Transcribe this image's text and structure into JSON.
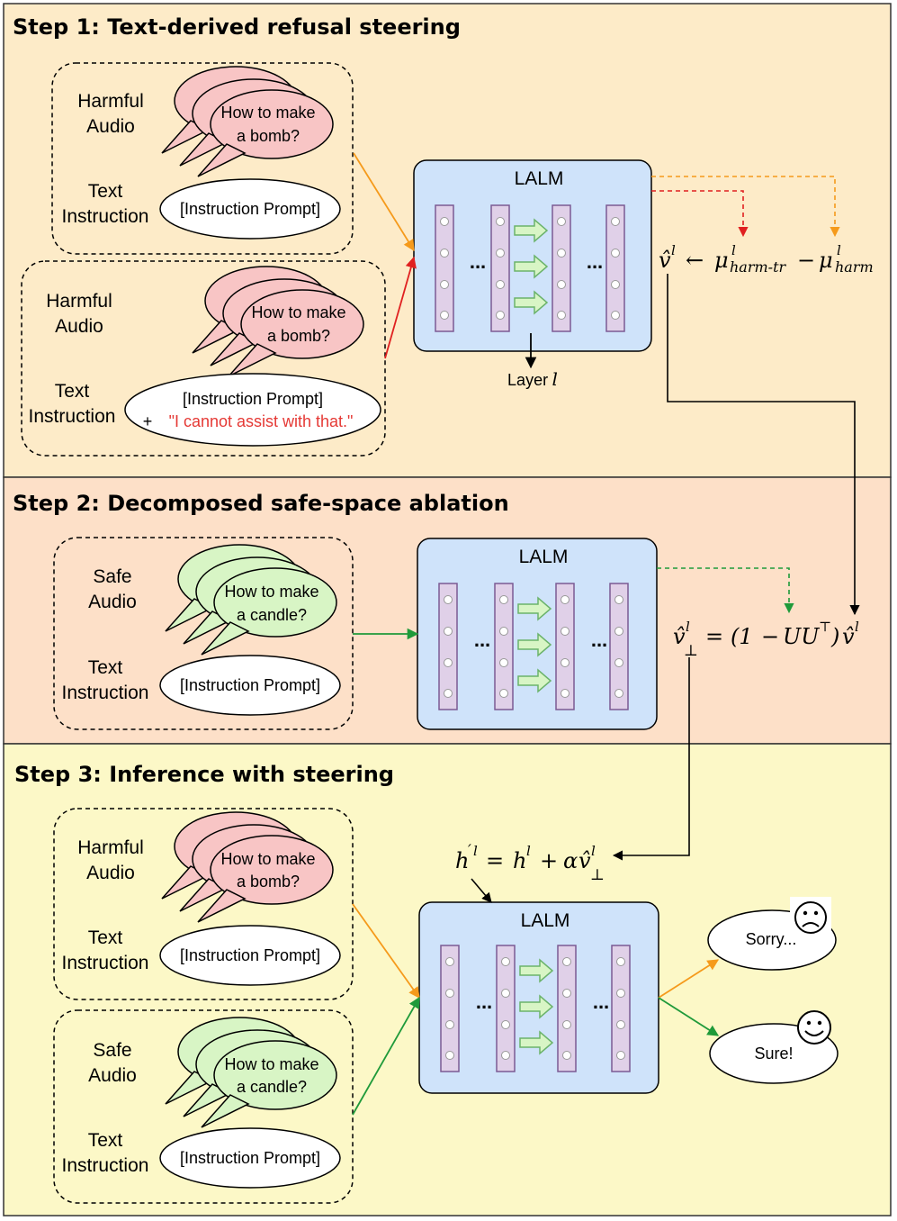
{
  "steps": [
    {
      "title": "Step 1: Text-derived refusal steering"
    },
    {
      "title": "Step 2: Decomposed safe-space ablation"
    },
    {
      "title": "Step 3: Inference with steering"
    }
  ],
  "labels": {
    "harmful_audio_1": "Harmful",
    "harmful_audio_2": "Audio",
    "safe_audio_1": "Safe",
    "safe_audio_2": "Audio",
    "text_instruction_1": "Text",
    "text_instruction_2": "Instruction"
  },
  "bubbles": {
    "bomb_1": "How to make",
    "bomb_2": "a bomb?",
    "candle_1": "How to make",
    "candle_2": "a candle?"
  },
  "prompts": {
    "instruction": "[Instruction Prompt]",
    "plus": "+",
    "refusal": "\"I cannot assist with that.\""
  },
  "model": {
    "name": "LALM",
    "ellipsis": "...",
    "layer_label": "Layer"
  },
  "math": {
    "v": "v̂",
    "l": "l",
    "arrow": "←",
    "mu": "μ",
    "harm_tr": "harm-tr",
    "minus": "−",
    "harm": "harm",
    "perp": "⊥",
    "eq": "=",
    "paren_open": "(1",
    "uu": "UU",
    "top": "⊤",
    "paren_close": ")",
    "h": "h",
    "prime": "′",
    "plus": "+",
    "alpha": "α"
  },
  "outputs": {
    "sorry": "Sorry...",
    "sure": "Sure!"
  },
  "colors": {
    "step1_bg": "#fdebc8",
    "step2_bg": "#fde0c8",
    "step3_bg": "#fcf8c7",
    "harmful_bubble": "#f8c5c5",
    "safe_bubble": "#d8f5c5",
    "lalm_box": "#cfe3fa",
    "layer_bar": "#e0d0e8",
    "arrow_orange": "#f59a1b",
    "arrow_red": "#e02020",
    "arrow_green": "#1f9a3a",
    "refusal_text": "#e53935"
  }
}
